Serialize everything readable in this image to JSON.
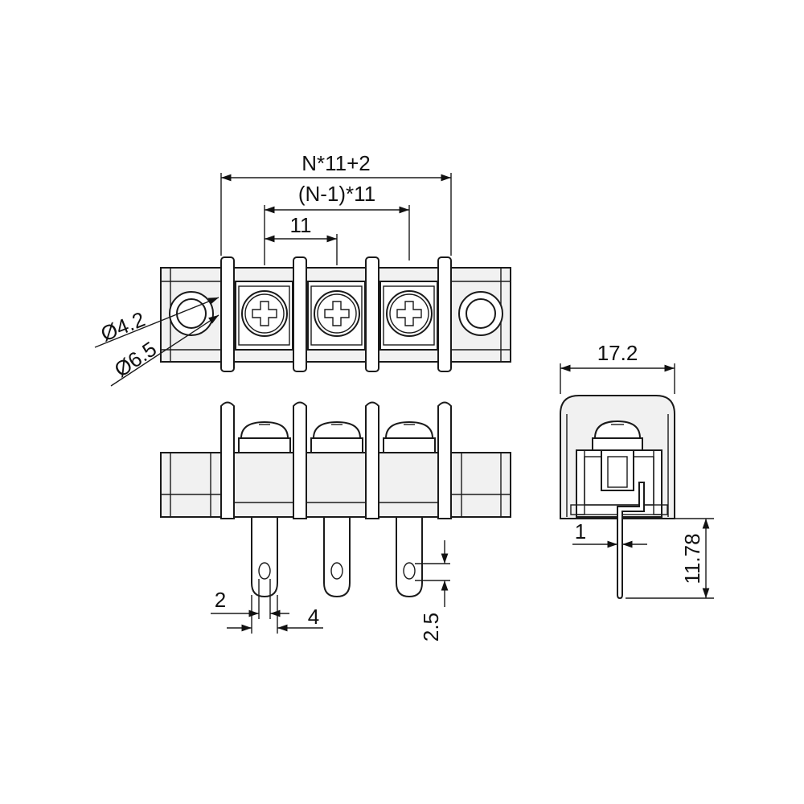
{
  "dimensions": {
    "total_length": "N*11+2",
    "inner_span": "(N-1)*11",
    "pitch": "11",
    "hole_diameter": "Ø4.2",
    "boss_diameter": "Ø6.5",
    "pin_width": "2",
    "pin_outer_width": "4",
    "pin_hole_spacing": "2.5",
    "side_width": "17.2",
    "pin_thickness": "1",
    "pin_length": "11.78"
  }
}
